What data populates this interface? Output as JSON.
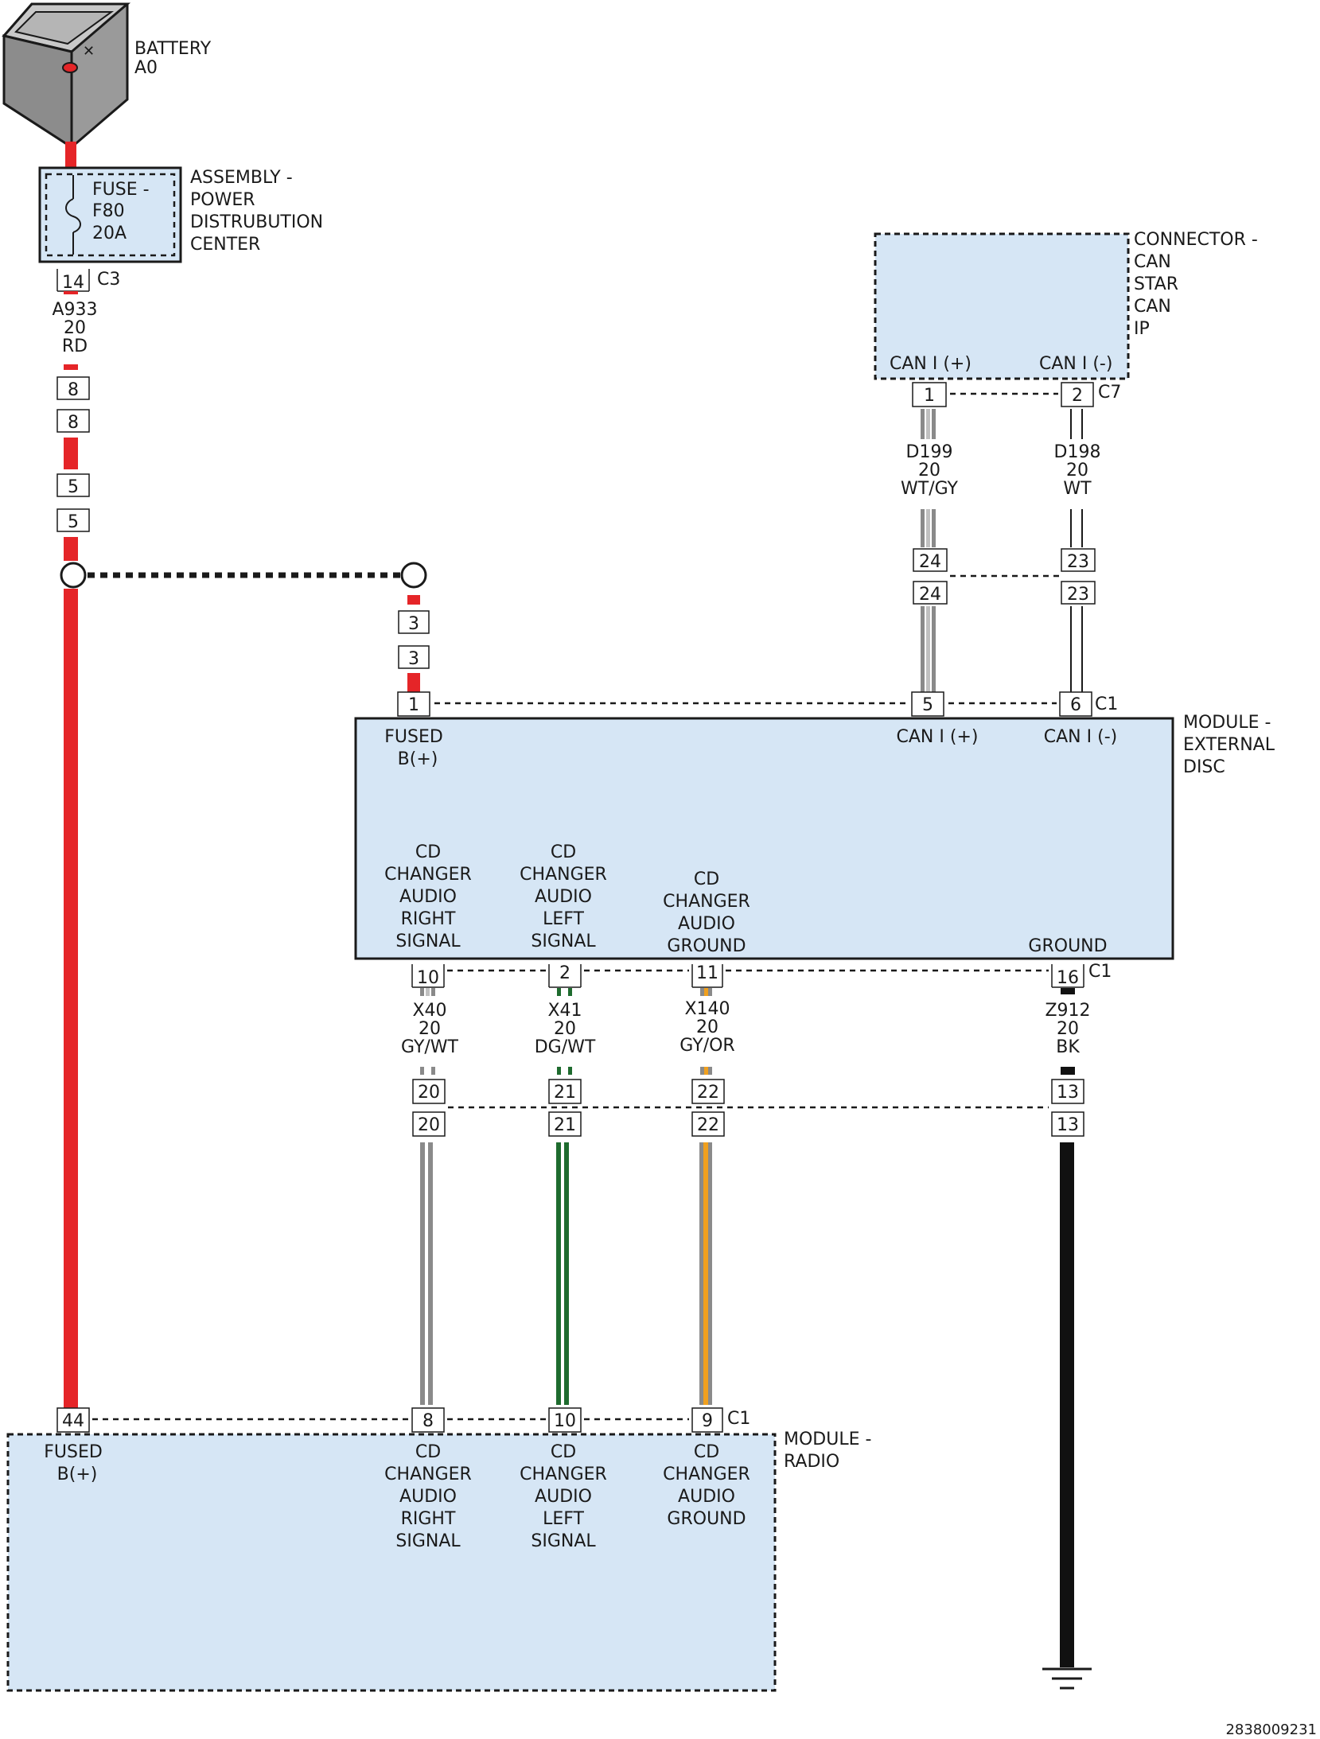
{
  "battery": {
    "title": "BATTERY",
    "id": "A0"
  },
  "pdc": {
    "fuse_lines": [
      "FUSE -",
      "F80",
      "20A"
    ],
    "title_lines": [
      "ASSEMBLY -",
      "POWER",
      "DISTRUBUTION",
      "CENTER"
    ],
    "connector": "C3",
    "pin": "14"
  },
  "wires": {
    "a933": [
      "A933",
      "20",
      "RD"
    ],
    "d199": [
      "D199",
      "20",
      "WT/GY"
    ],
    "d198": [
      "D198",
      "20",
      "WT"
    ],
    "x40": [
      "X40",
      "20",
      "GY/WT"
    ],
    "x41": [
      "X41",
      "20",
      "DG/WT"
    ],
    "x140": [
      "X140",
      "20",
      "GY/OR"
    ],
    "z912": [
      "Z912",
      "20",
      "BK"
    ]
  },
  "inline_pins": {
    "red_a": "8",
    "red_b": "8",
    "red_c": "5",
    "red_d": "5",
    "splice_a": "3",
    "splice_b": "3",
    "can_plus_a": "24",
    "can_plus_b": "24",
    "can_minus_a": "23",
    "can_minus_b": "23",
    "x40_a": "20",
    "x40_b": "20",
    "x41_a": "21",
    "x41_b": "21",
    "x140_a": "22",
    "x140_b": "22",
    "z912_a": "13",
    "z912_b": "13"
  },
  "can_connector": {
    "title_lines": [
      "CONNECTOR -",
      "CAN",
      "STAR",
      "CAN",
      "IP"
    ],
    "pin_labels": [
      "CAN I (+)",
      "CAN I (-)"
    ],
    "pins": [
      "1",
      "2"
    ],
    "connector": "C7"
  },
  "external_disc": {
    "title_lines": [
      "MODULE -",
      "EXTERNAL",
      "DISC"
    ],
    "top_pins": [
      "1",
      "5",
      "6"
    ],
    "top_connector": "C1",
    "fused_lines": [
      "FUSED",
      "B(+)"
    ],
    "can_plus": "CAN I (+)",
    "can_minus": "CAN I (-)",
    "right_signal": [
      "CD",
      "CHANGER",
      "AUDIO",
      "RIGHT",
      "SIGNAL"
    ],
    "left_signal": [
      "CD",
      "CHANGER",
      "AUDIO",
      "LEFT",
      "SIGNAL"
    ],
    "audio_ground": [
      "CD",
      "CHANGER",
      "AUDIO",
      "GROUND"
    ],
    "ground": "GROUND",
    "bottom_pins": [
      "10",
      "2",
      "11",
      "16"
    ],
    "bottom_connector": "C1"
  },
  "radio": {
    "title_lines": [
      "MODULE -",
      "RADIO"
    ],
    "pins": [
      "44",
      "8",
      "10",
      "9"
    ],
    "connector": "C1",
    "fused_lines": [
      "FUSED",
      "B(+)"
    ],
    "right_signal": [
      "CD",
      "CHANGER",
      "AUDIO",
      "RIGHT",
      "SIGNAL"
    ],
    "left_signal": [
      "CD",
      "CHANGER",
      "AUDIO",
      "LEFT",
      "SIGNAL"
    ],
    "audio_ground": [
      "CD",
      "CHANGER",
      "AUDIO",
      "GROUND"
    ]
  },
  "figure_id": "2838009231",
  "colors": {
    "module_fill": "#d6e6f5",
    "red": "#e52528",
    "gray": "#8a8a8a",
    "green": "#1e6b2e",
    "orange": "#f0a01e",
    "black": "#111111"
  }
}
